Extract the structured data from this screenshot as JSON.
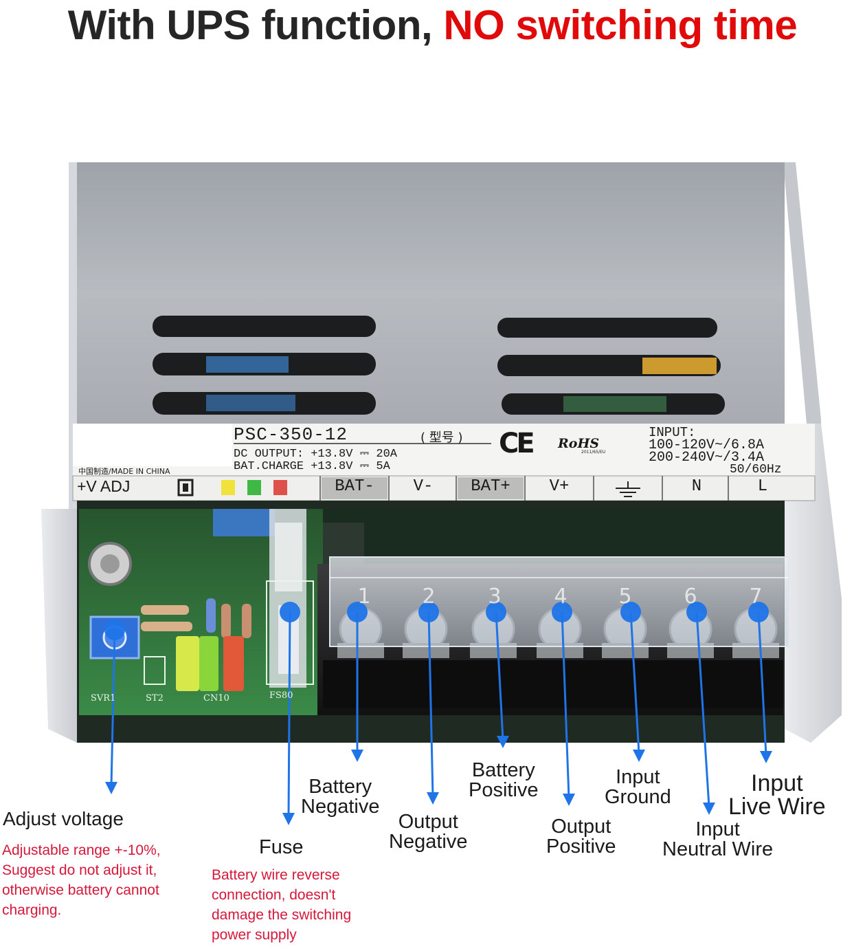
{
  "headline": {
    "part1": "With UPS function,",
    "part2": "NO switching time",
    "color_main": "#262626",
    "color_accent": "#e10a0a"
  },
  "label": {
    "model": "PSC-350-12",
    "model_cn": "( 型号 )",
    "dc_output": "DC OUTPUT:  +13.8V  ⎓ 20A",
    "bat_charge": "BAT.CHARGE +13.8V  ⎓  5A",
    "made_in": "中国制造/MADE IN CHINA",
    "ce": "CE",
    "rohs": "RoHS",
    "rohs_sub": "2011/65/EU",
    "input_label": "INPUT:",
    "input_1": "100-120V~/6.8A",
    "input_2": "200-240V~/3.4A",
    "input_3": "50/60Hz"
  },
  "terminal_strip": {
    "adj": "+V ADJ",
    "labels": [
      "BAT-",
      "V-",
      "BAT+",
      "V+",
      "⏚",
      "N",
      "L"
    ],
    "numbers": [
      "1",
      "2",
      "3",
      "4",
      "5",
      "6",
      "7"
    ],
    "led_colors": [
      "#f0e23a",
      "#3fb844",
      "#e0504a"
    ]
  },
  "pcb_labels": [
    "SVR1",
    "ST2",
    "CN10",
    "FS80"
  ],
  "callouts": {
    "adjust_voltage": "Adjust voltage",
    "adjust_note": [
      "Adjustable range +-10%,",
      "Suggest do not adjust it,",
      "otherwise battery cannot",
      "charging."
    ],
    "fuse": "Fuse",
    "fuse_note": [
      "Battery wire reverse",
      "connection, doesn't",
      "damage the switching",
      "power supply"
    ],
    "battery_negative": [
      "Battery",
      "Negative"
    ],
    "output_negative": [
      "Output",
      "Negative"
    ],
    "battery_positive": [
      "Battery",
      "Positive"
    ],
    "output_positive": [
      "Output",
      "Positive"
    ],
    "input_ground": [
      "Input",
      "Ground"
    ],
    "input_neutral": [
      "Input",
      "Neutral Wire"
    ],
    "input_live": [
      "Input",
      "Live Wire"
    ]
  },
  "colors": {
    "marker_blue": "#1f74e8",
    "note_red": "#d6173a",
    "case_silver": "#b4b8bd",
    "pcb_green": "#2f7b3e"
  }
}
